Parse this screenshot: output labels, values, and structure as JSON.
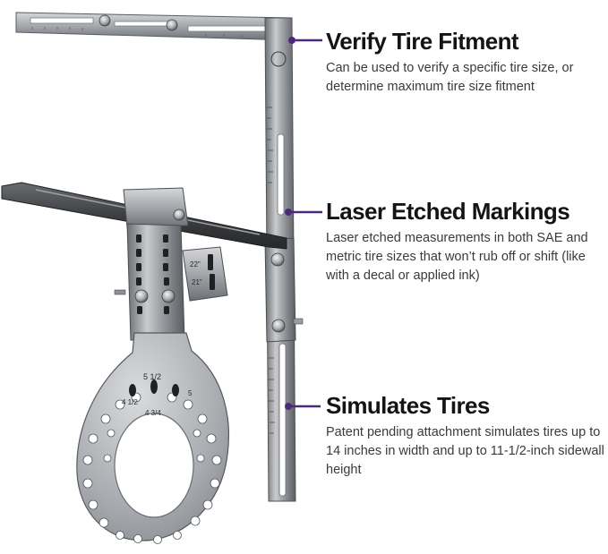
{
  "accent_color": "#4b2a7b",
  "callouts": [
    {
      "title": "Verify Tire Fitment",
      "body": "Can be used to verify a specific tire size, or determine maximum tire size fitment"
    },
    {
      "title": "Laser Etched Markings",
      "body": "Laser etched measurements in both SAE and metric tire sizes that won’t rub off or shift (like with a decal or applied ink)"
    },
    {
      "title": "Simulates Tires",
      "body": "Patent pending attachment simulates tires up to 14 inches in width and up to 11-1/2-inch sidewall height"
    }
  ],
  "tool_etching": {
    "fraction_half": "5 1/2",
    "fraction_quarter": "4 3/4",
    "fraction_left": "4 1/2",
    "fraction_right": "5",
    "size_22": "22\"",
    "size_21": "21\""
  }
}
